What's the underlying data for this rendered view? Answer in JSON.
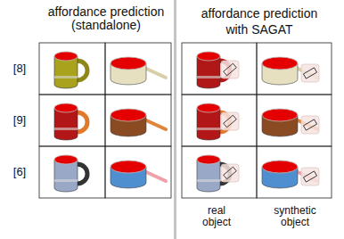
{
  "diagram": {
    "labels": [
      "affordance prediction (standalone)",
      "affordance prediction",
      "with SAGAT",
      "[8]",
      "[9]",
      "[6]",
      "real object",
      "synthetic object"
    ]
  }
}
